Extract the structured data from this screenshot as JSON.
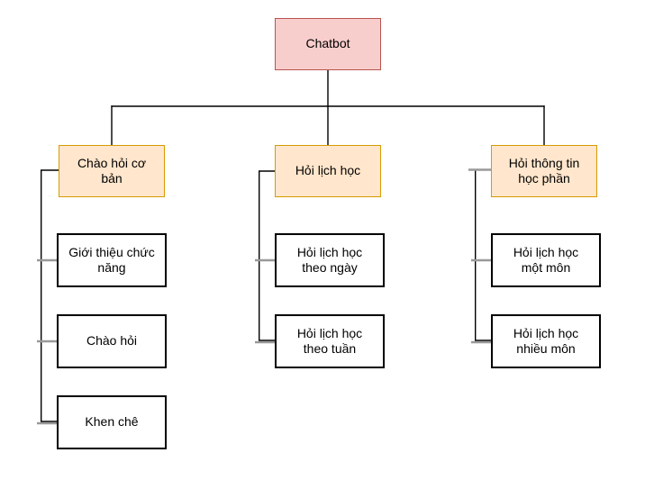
{
  "tree": {
    "root": {
      "label": "Chatbot"
    },
    "branches": [
      {
        "label": "Chào hỏi cơ\nbản",
        "children": [
          {
            "label": "Giới thiệu chức\nnăng"
          },
          {
            "label": "Chào hỏi"
          },
          {
            "label": "Khen chê"
          }
        ]
      },
      {
        "label": "Hỏi lịch học",
        "children": [
          {
            "label": "Hỏi lịch học\ntheo ngày"
          },
          {
            "label": "Hỏi lịch học\ntheo tuần"
          }
        ]
      },
      {
        "label": "Hỏi thông tin\nhọc phần",
        "children": [
          {
            "label": "Hỏi lịch học\nmột môn"
          },
          {
            "label": "Hỏi lịch học\nnhiều môn"
          }
        ]
      }
    ]
  },
  "styles": {
    "background": "#ffffff",
    "root_fill": "#f8cecc",
    "root_stroke": "#b85450",
    "branch_fill": "#ffe6cc",
    "branch_stroke": "#d79b00",
    "leaf_fill": "#ffffff",
    "leaf_stroke": "#000000",
    "connector_primary": "#000000",
    "connector_stub": "#999999",
    "text_color": "#000000"
  }
}
